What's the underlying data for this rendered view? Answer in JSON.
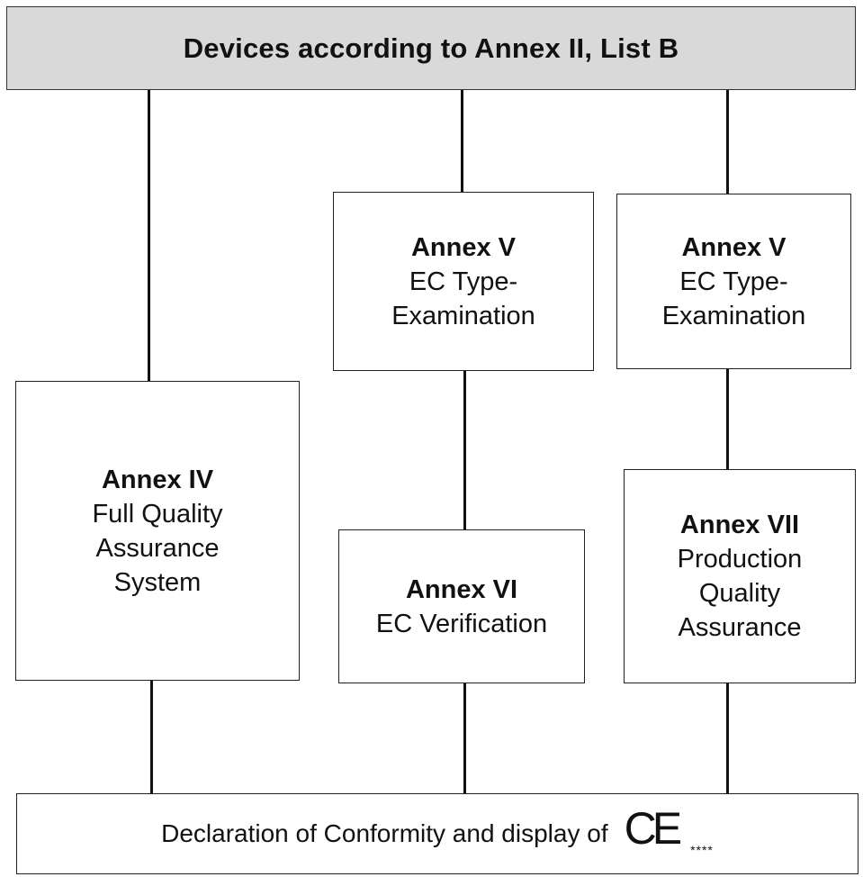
{
  "header": {
    "title": "Devices according to Annex II, List B"
  },
  "boxes": {
    "annex_iv": {
      "title": "Annex IV",
      "lines": [
        "Full Quality",
        "Assurance",
        "System"
      ]
    },
    "annex_v_mid": {
      "title": "Annex V",
      "lines": [
        "EC Type-",
        "Examination"
      ]
    },
    "annex_vi": {
      "title": "Annex VI",
      "lines": [
        "EC Verification"
      ]
    },
    "annex_v_right": {
      "title": "Annex V",
      "lines": [
        "EC Type-",
        "Examination"
      ]
    },
    "annex_vii": {
      "title": "Annex VII",
      "lines": [
        "Production",
        "Quality",
        "Assurance"
      ]
    }
  },
  "footer": {
    "text": "Declaration of Conformity and display of",
    "mark": "CE",
    "stars": "****"
  }
}
